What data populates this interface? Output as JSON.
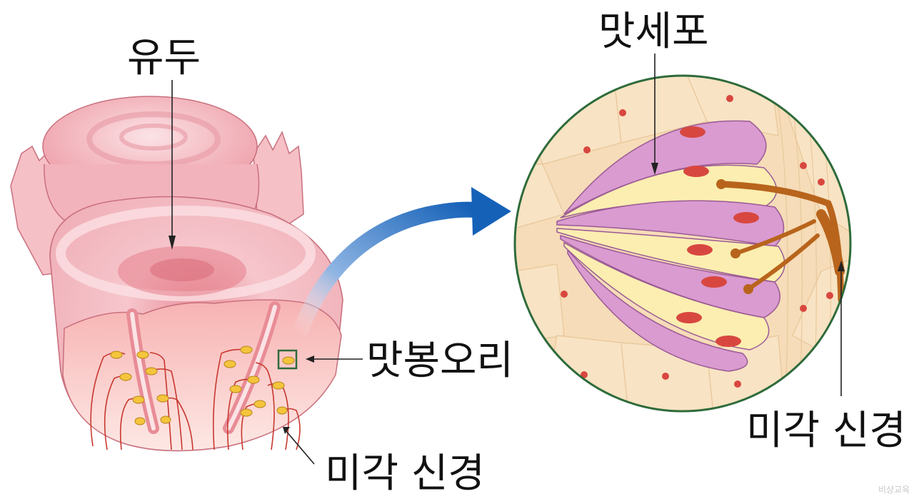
{
  "labels": {
    "papilla": "유두",
    "taste_bud": "맛봉오리",
    "gustatory_nerve_left": "미각 신경",
    "taste_cell": "맛세포",
    "gustatory_nerve_right": "미각 신경"
  },
  "watermark": "비상교육",
  "colors": {
    "tissue_pink": "#f3b7bf",
    "tissue_light": "#fbdde0",
    "tissue_outline": "#c9707d",
    "bud_yellow": "#f4c53c",
    "nerve_red": "#c8372e",
    "arrow_blue": "#1e6bbf",
    "circle_border": "#2e6b3a",
    "cell_beige": "#f6dcb8",
    "cell_purple": "#d99bd0",
    "cell_yellow": "#fbeeb0",
    "nucleus": "#d8473f",
    "nerve_brown": "#b8641c"
  }
}
